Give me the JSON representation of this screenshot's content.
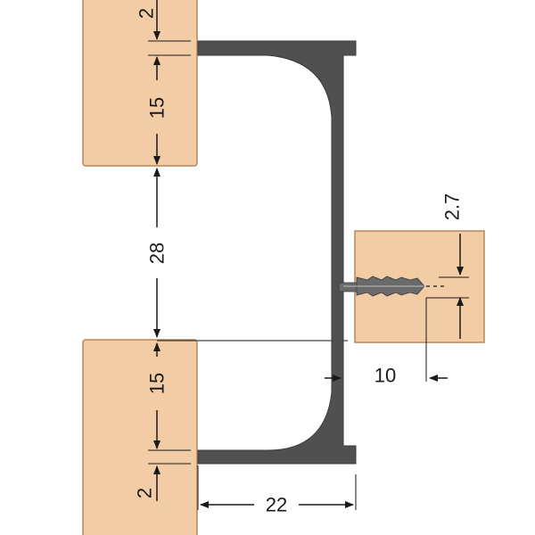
{
  "colors": {
    "background": "#ffffff",
    "wood_fill": "#f2cca4",
    "wood_edge": "#b8875c",
    "profile_fill": "#505050",
    "profile_edge": "#3a3a3a",
    "screw_fill": "#6a6a6a",
    "dimension_line": "#1a1a1a"
  },
  "components": {
    "top_panel": "wood",
    "bottom_panel": "wood",
    "right_panel": "wood",
    "profile": "aluminium-handle-profile",
    "screw": "screw"
  },
  "dimensions": {
    "top_lip": "2",
    "top_panel_height": "15",
    "gap": "28",
    "bottom_panel_height": "15",
    "bottom_lip": "2",
    "screw_offset": "2.7",
    "profile_thickness": "10",
    "profile_depth": "22"
  }
}
